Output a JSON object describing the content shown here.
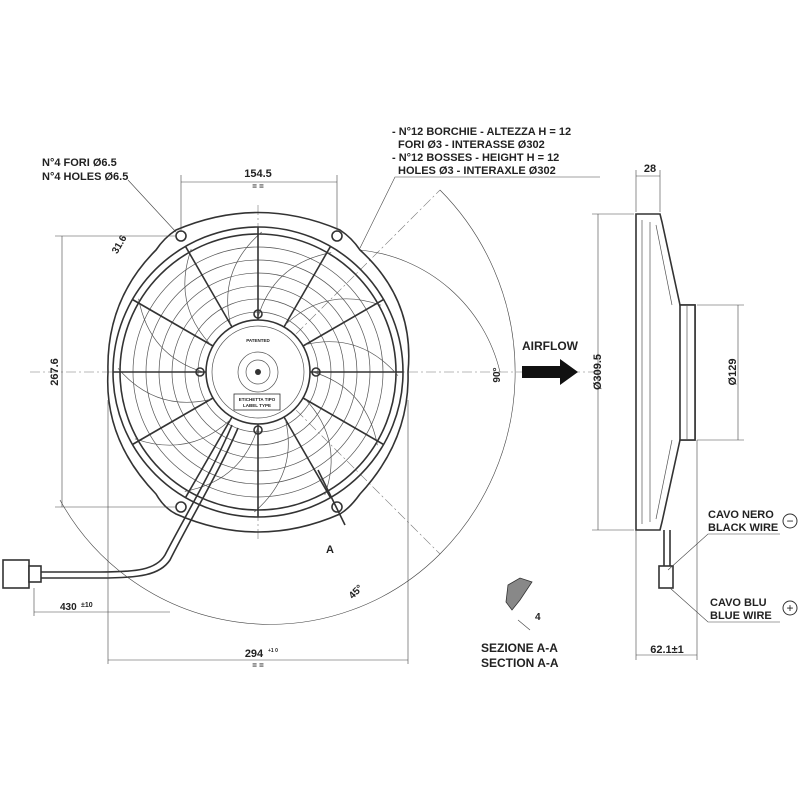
{
  "notes": {
    "holes_it": "N°4 FORI Ø6.5",
    "holes_en": "N°4 HOLES Ø6.5",
    "bosses_it_1": "- N°12 BORCHIE - ALTEZZA H = 12",
    "bosses_it_2": "FORI Ø3 -  INTERASSE Ø302",
    "bosses_en_1": "- N°12 BOSSES - HEIGHT H = 12",
    "bosses_en_2": "HOLES Ø3 -  INTERAXLE Ø302"
  },
  "dimensions": {
    "holes_spacing": "154.5",
    "hole_offset": "31.6",
    "height": "267.6",
    "angle_90": "90°",
    "angle_45": "45°",
    "cable_length": "430",
    "cable_tol": "±10",
    "width": "294",
    "width_tol": "+1 0",
    "equal": "= =",
    "depth": "28",
    "diameter_frame": "Ø309.5",
    "diameter_motor": "Ø129",
    "total_depth": "62.1±1",
    "section_dim": "4"
  },
  "labels": {
    "airflow": "AIRFLOW",
    "section_marker": "A",
    "section_it": "SEZIONE A-A",
    "section_en": "SECTION A-A",
    "patented": "PATENTED",
    "label_type_it": "ETICHETTA TIPO",
    "label_type_en": "LABEL TYPE",
    "black_wire_it": "CAVO NERO",
    "black_wire_en": "BLACK WIRE",
    "blue_wire_it": "CAVO BLU",
    "blue_wire_en": "BLUE WIRE",
    "minus": "−",
    "plus": "+"
  }
}
